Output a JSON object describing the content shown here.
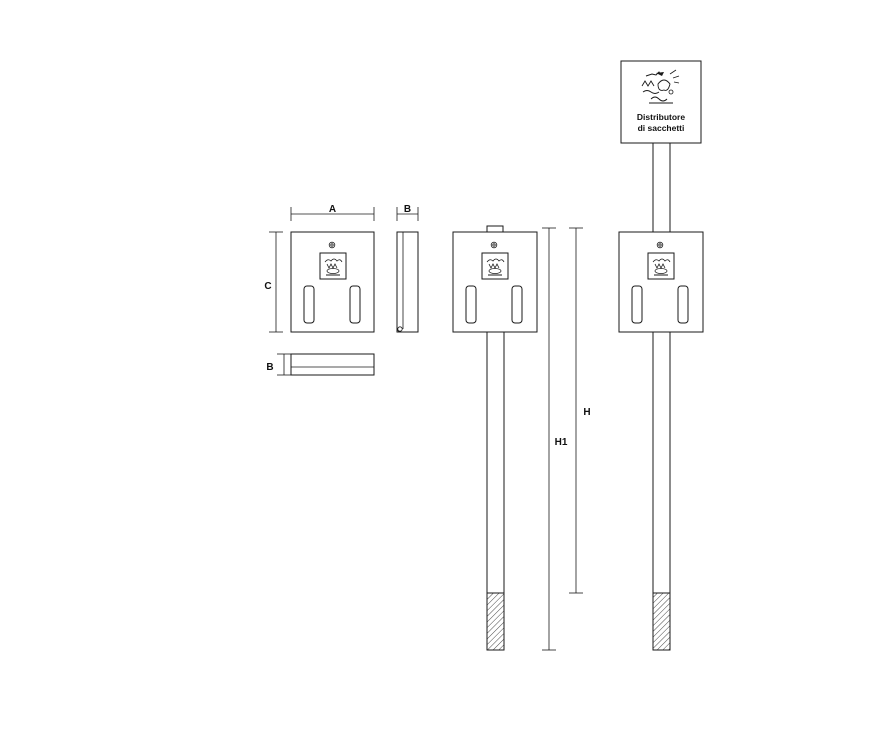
{
  "dimensions": {
    "width_label": "A",
    "depth_label_side": "B",
    "height_label": "C",
    "depth_label_top": "B",
    "post_height_label": "H",
    "total_height_label": "H1"
  },
  "sign": {
    "line1": "Distributore",
    "line2": "di sacchetti"
  },
  "colors": {
    "line": "#1a1a1a",
    "background": "#ffffff"
  }
}
